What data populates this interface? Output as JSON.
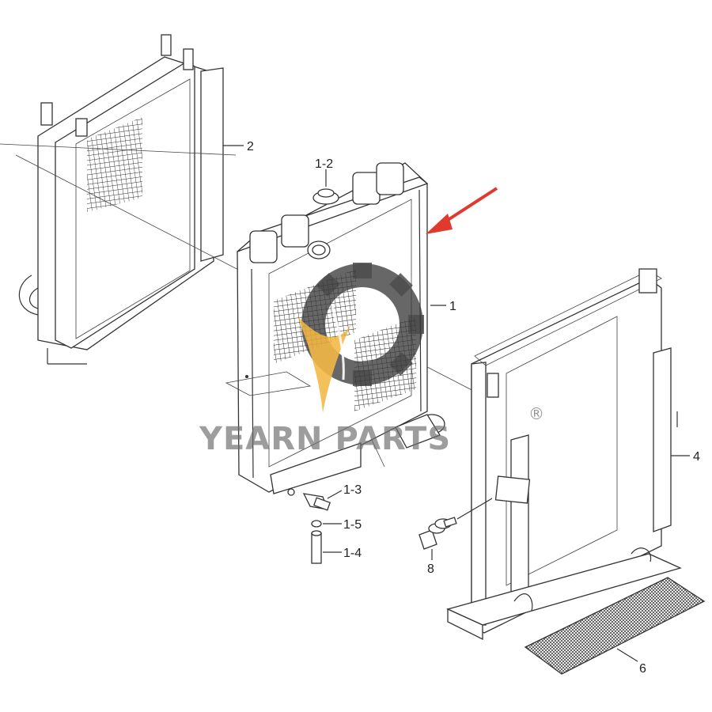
{
  "diagram": {
    "labels": {
      "p1": "1",
      "p1_2": "1-2",
      "p1_3": "1-3",
      "p1_4": "1-4",
      "p1_5": "1-5",
      "p2": "2",
      "p4": "4",
      "p6": "6",
      "p8": "8"
    },
    "watermark": {
      "text": "YEARN PARTS",
      "registered": "®"
    },
    "colors": {
      "arrow": "#e03a2e",
      "gear": "#3a3a3a",
      "leaf": "#f2b134",
      "line": "#333333"
    }
  }
}
